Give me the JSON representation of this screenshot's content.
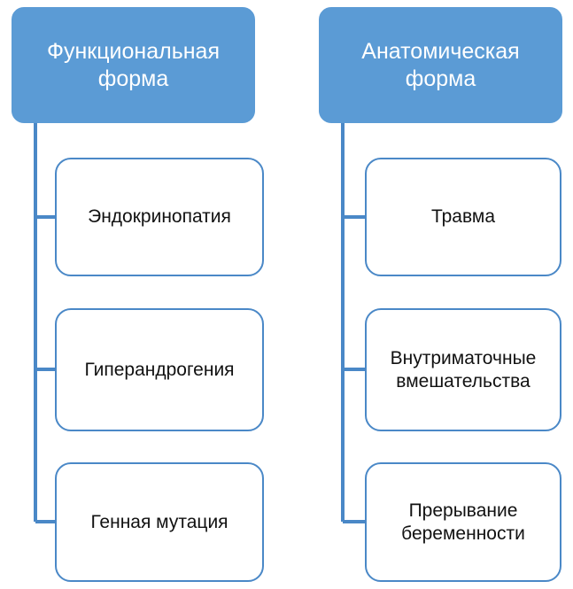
{
  "diagram": {
    "type": "hierarchy",
    "orientation": "two-column-tree",
    "colors": {
      "root_fill": "#5B9BD5",
      "root_text": "#FFFFFF",
      "child_fill": "#FFFFFF",
      "child_border": "#4A88C7",
      "child_text": "#111111",
      "connector": "#4A88C7",
      "background": "#FFFFFF"
    },
    "columns": [
      {
        "id": "functional",
        "root": {
          "label": "Функциональная форма"
        },
        "children": [
          {
            "label": "Эндокринопатия"
          },
          {
            "label": "Гиперандрогения"
          },
          {
            "label": "Генная мутация"
          }
        ]
      },
      {
        "id": "anatomical",
        "root": {
          "label": "Анатомическая форма"
        },
        "children": [
          {
            "label": "Травма"
          },
          {
            "label": "Внутриматочные вмешательства"
          },
          {
            "label": "Прерывание беременности"
          }
        ]
      }
    ]
  }
}
